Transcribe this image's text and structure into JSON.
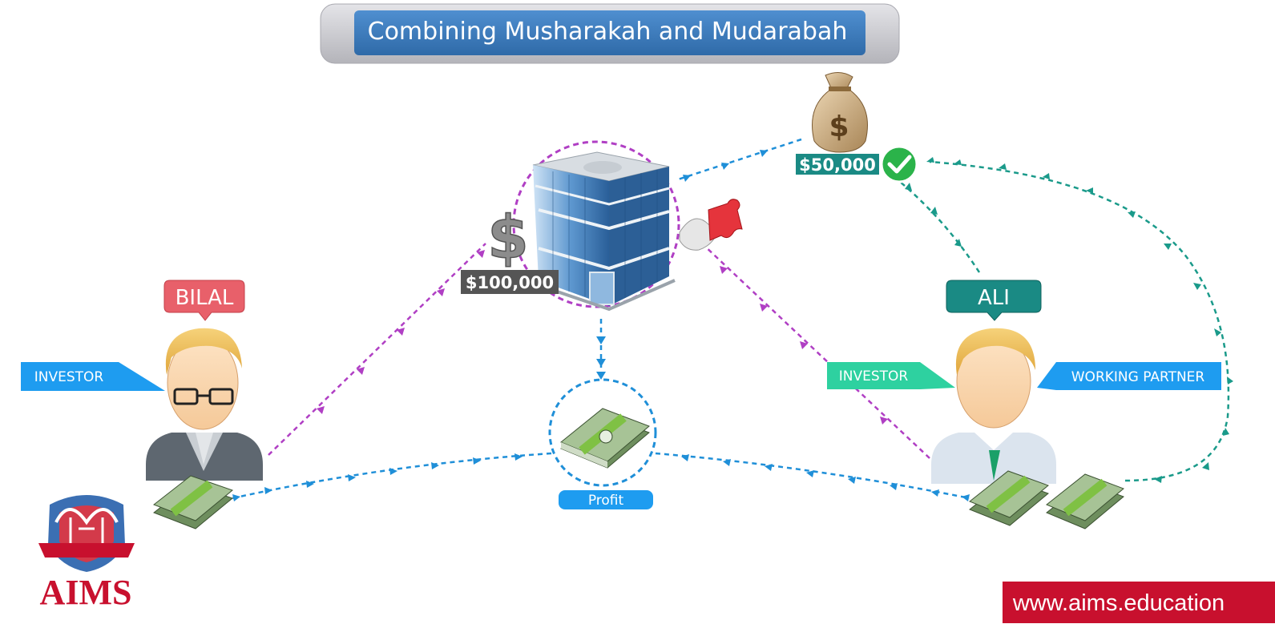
{
  "title": "Combining Musharakah and Mudarabah",
  "parties": {
    "bilal": {
      "name": "BILAL",
      "role": "INVESTOR"
    },
    "ali": {
      "name": "ALI",
      "role_left": "INVESTOR",
      "role_right": "WORKING PARTNER"
    }
  },
  "amounts": {
    "business": "$100,000",
    "ali_capital": "$50,000"
  },
  "profit_label": "Profit",
  "dollar_symbol": "$",
  "brand": {
    "name": "AIMS",
    "url": "www.aims.education"
  },
  "colors": {
    "title_bg": "#3a7bbf",
    "title_frame": "#c8c8cc",
    "bilal_tag": "#e8606a",
    "ali_tag": "#1a8a84",
    "role_blue": "#1e9cf0",
    "role_green": "#2ed1a0",
    "investment_flow": "#b03fc4",
    "profit_flow": "#1f8fd8",
    "capital_flow": "#1a9a8a",
    "brand_red": "#c8102e"
  }
}
